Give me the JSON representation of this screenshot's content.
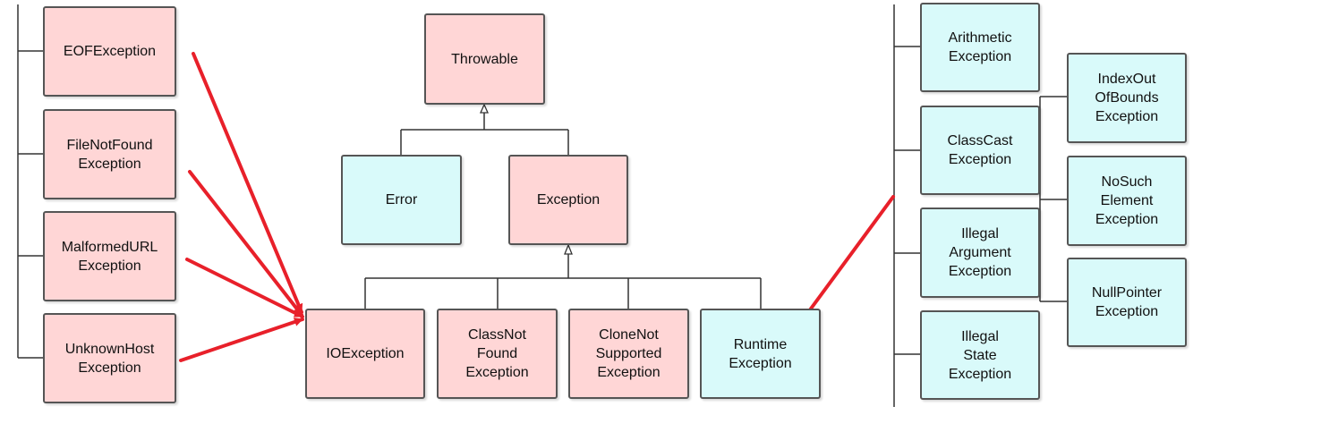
{
  "colors": {
    "checked": "#ffd6d6",
    "unchecked": "#d9fafa",
    "border": "#555555",
    "connector": "#333333",
    "arrow": "#e8202a"
  },
  "nodes": {
    "throwable": [
      "Throwable"
    ],
    "error": [
      "Error"
    ],
    "exception": [
      "Exception"
    ],
    "io_exception": [
      "IOException"
    ],
    "class_not_found_exception": [
      "ClassNot",
      "Found",
      "Exception"
    ],
    "clone_not_supported_exception": [
      "CloneNot",
      "Supported",
      "Exception"
    ],
    "runtime_exception": [
      "Runtime",
      "Exception"
    ],
    "eof_exception": [
      "EOFException"
    ],
    "file_not_found_exception": [
      "FileNotFound",
      "Exception"
    ],
    "malformed_url_exception": [
      "MalformedURL",
      "Exception"
    ],
    "unknown_host_exception": [
      "UnknownHost",
      "Exception"
    ],
    "arithmetic_exception": [
      "Arithmetic",
      "Exception"
    ],
    "class_cast_exception": [
      "ClassCast",
      "Exception"
    ],
    "illegal_argument_exception": [
      "Illegal",
      "Argument",
      "Exception"
    ],
    "illegal_state_exception": [
      "Illegal",
      "State",
      "Exception"
    ],
    "index_out_of_bounds_exception": [
      "IndexOut",
      "OfBounds",
      "Exception"
    ],
    "no_such_element_exception": [
      "NoSuch",
      "Element",
      "Exception"
    ],
    "null_pointer_exception": [
      "NullPointer",
      "Exception"
    ]
  }
}
